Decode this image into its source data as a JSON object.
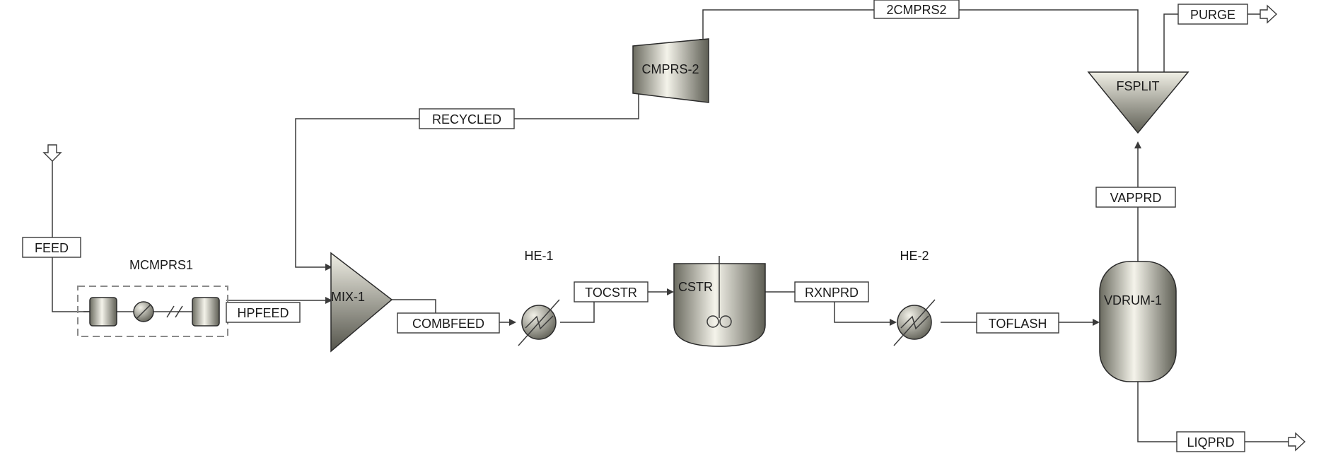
{
  "streams": {
    "feed": "FEED",
    "hpfeed": "HPFEED",
    "combfeed": "COMBFEED",
    "tocstr": "TOCSTR",
    "rxnprd": "RXNPRD",
    "toflash": "TOFLASH",
    "vapprd": "VAPPRD",
    "liqprd": "LIQPRD",
    "purge": "PURGE",
    "recycled": "RECYCLED",
    "cmprs2_out": "2CMPRS2"
  },
  "blocks": {
    "mcmprs1": "MCMPRS1",
    "mix1": "MIX-1",
    "he1": "HE-1",
    "cstr": "CSTR",
    "he2": "HE-2",
    "vdrum1": "VDRUM-1",
    "fsplit": "FSPLIT",
    "cmprs2": "CMPRS-2"
  },
  "colors": {
    "equipment_light": "#f2f1e8",
    "equipment_dark": "#6b6b60",
    "line": "#3a3a3a"
  }
}
